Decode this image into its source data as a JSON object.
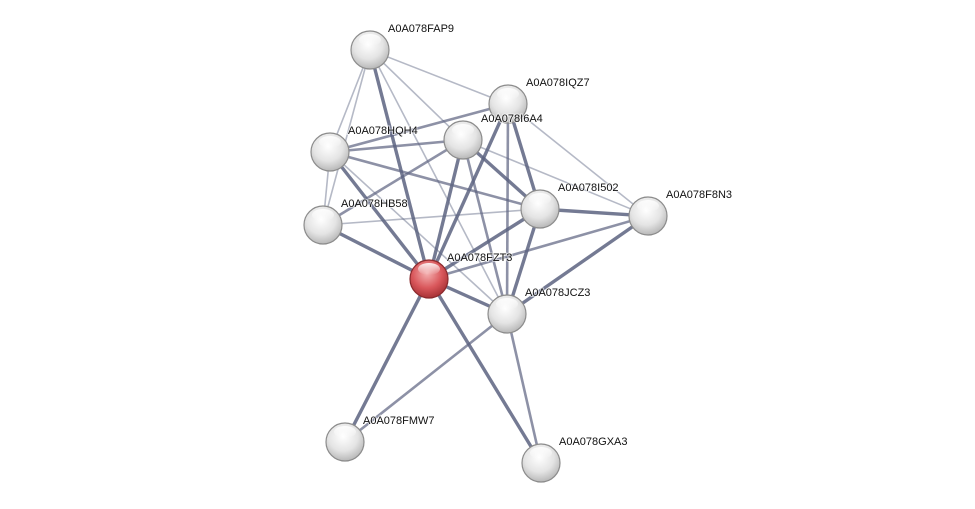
{
  "network": {
    "query_protein": "A0A078FZT3",
    "colors": {
      "query_node": "#d9575b",
      "node": "#e8e8e8",
      "edge": "#5c6380"
    },
    "nodes": [
      {
        "id": "FAP9",
        "label": "A0A078FAP9"
      },
      {
        "id": "IQZ7",
        "label": "A0A078IQZ7"
      },
      {
        "id": "I6A4",
        "label": "A0A078I6A4"
      },
      {
        "id": "HQH4",
        "label": "A0A078HQH4"
      },
      {
        "id": "HB58",
        "label": "A0A078HB58"
      },
      {
        "id": "I502",
        "label": "A0A078I502"
      },
      {
        "id": "F8N3",
        "label": "A0A078F8N3"
      },
      {
        "id": "FZT3",
        "label": "A0A078FZT3"
      },
      {
        "id": "JCZ3",
        "label": "A0A078JCZ3"
      },
      {
        "id": "FMW7",
        "label": "A0A078FMW7"
      },
      {
        "id": "GXA3",
        "label": "A0A078GXA3"
      }
    ],
    "edges": [
      [
        "FAP9",
        "HQH4",
        1
      ],
      [
        "FAP9",
        "HB58",
        1
      ],
      [
        "FAP9",
        "FZT3",
        3
      ],
      [
        "FAP9",
        "JCZ3",
        1
      ],
      [
        "FAP9",
        "IQZ7",
        1
      ],
      [
        "FAP9",
        "I6A4",
        1
      ],
      [
        "HQH4",
        "IQZ7",
        2
      ],
      [
        "HQH4",
        "I6A4",
        2
      ],
      [
        "HQH4",
        "I502",
        2
      ],
      [
        "HQH4",
        "FZT3",
        3
      ],
      [
        "HQH4",
        "JCZ3",
        1
      ],
      [
        "HQH4",
        "HB58",
        1
      ],
      [
        "HB58",
        "I6A4",
        2
      ],
      [
        "HB58",
        "I502",
        1
      ],
      [
        "HB58",
        "FZT3",
        3
      ],
      [
        "I6A4",
        "FZT3",
        3
      ],
      [
        "I6A4",
        "JCZ3",
        2
      ],
      [
        "I6A4",
        "I502",
        3
      ],
      [
        "I6A4",
        "F8N3",
        1
      ],
      [
        "IQZ7",
        "FZT3",
        3
      ],
      [
        "IQZ7",
        "JCZ3",
        2
      ],
      [
        "IQZ7",
        "I502",
        3
      ],
      [
        "IQZ7",
        "F8N3",
        1
      ],
      [
        "I502",
        "F8N3",
        3
      ],
      [
        "I502",
        "FZT3",
        3
      ],
      [
        "I502",
        "JCZ3",
        3
      ],
      [
        "F8N3",
        "FZT3",
        2
      ],
      [
        "F8N3",
        "JCZ3",
        3
      ],
      [
        "FZT3",
        "JCZ3",
        3
      ],
      [
        "FZT3",
        "FMW7",
        3
      ],
      [
        "FZT3",
        "GXA3",
        3
      ],
      [
        "JCZ3",
        "FMW7",
        2
      ],
      [
        "JCZ3",
        "GXA3",
        2
      ]
    ]
  }
}
